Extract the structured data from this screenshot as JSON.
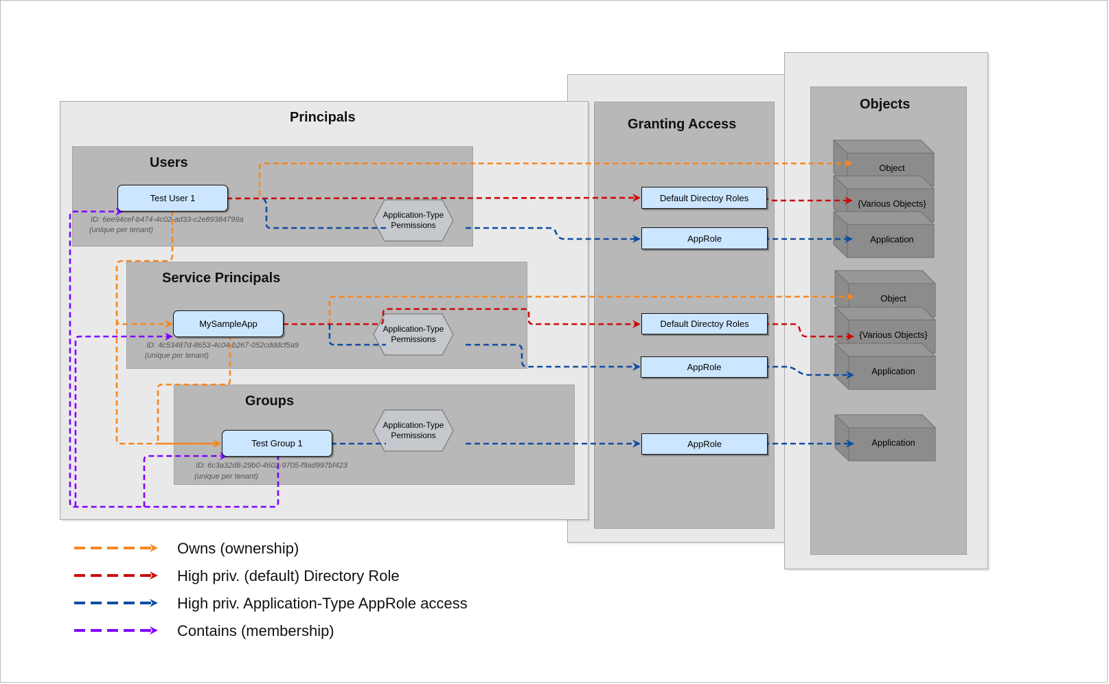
{
  "colors": {
    "owns": "#f6861f",
    "directory_role": "#cc0a0a",
    "approle": "#0d4da1",
    "membership": "#8000ff"
  },
  "panels": {
    "principals": "Principals",
    "users": "Users",
    "service_principals": "Service Principals",
    "groups": "Groups",
    "granting_access": "Granting Access",
    "objects": "Objects"
  },
  "nodes": {
    "test_user": "Test User 1",
    "test_user_id": "ID: 6ee94cef-b474-4c02-ad33-c2e89384799a",
    "test_user_note": "(unique per tenant)",
    "sample_app": "MySampleApp",
    "sample_app_id": "ID: 4c53487d-8653-4c04-b267-052cdddcf5a9",
    "sample_app_note": "(unique per tenant)",
    "test_group": "Test Group 1",
    "test_group_id": "ID: 6c3a32d8-29b0-4602-9705-f9ad997bf423",
    "test_group_note": "(unique per tenant)",
    "permissions_1": "Application-Type Permissions",
    "permissions_2": "Application-Type Permissions",
    "permissions_3": "Application-Type Permissions"
  },
  "access": {
    "default_roles_1": "Default Directoy Roles",
    "approle_1": "AppRole",
    "default_roles_2": "Default Directoy Roles",
    "approle_2": "AppRole",
    "approle_3": "AppRole"
  },
  "objects": {
    "object_1": "Object",
    "various_1": "{Various Objects}",
    "application_1": "Application",
    "object_2": "Object",
    "various_2": "{Various Objects}",
    "application_2": "Application",
    "application_3": "Application"
  },
  "legend": [
    {
      "label": "Owns (ownership)",
      "color": "#f6861f"
    },
    {
      "label": "High priv. (default) Directory Role",
      "color": "#cc0a0a"
    },
    {
      "label": "High priv. Application-Type AppRole access",
      "color": "#0d4da1"
    },
    {
      "label": "Contains (membership)",
      "color": "#8000ff"
    }
  ]
}
